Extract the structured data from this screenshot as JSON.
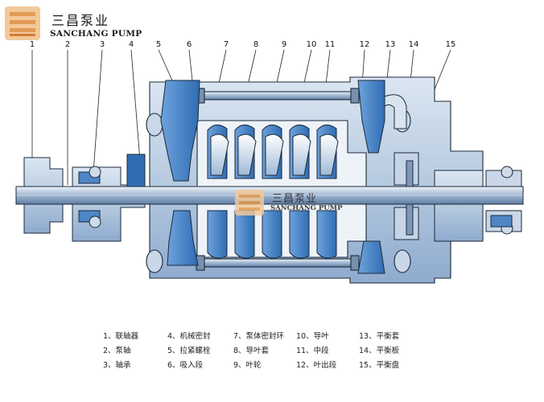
{
  "brand": {
    "name_cn": "三昌泵业",
    "name_en": "SANCHANG PUMP"
  },
  "watermark": {
    "name_cn": "三昌泵业",
    "name_en": "SANCHANG PUMP"
  },
  "part_numbers": [
    "1",
    "2",
    "3",
    "4",
    "5",
    "6",
    "7",
    "8",
    "9",
    "10",
    "11",
    "12",
    "13",
    "14",
    "15"
  ],
  "legend": [
    "1、联轴器",
    "4、机械密封",
    "7、泵体密封环",
    "10、导叶",
    "13、平衡套",
    "2、泵轴",
    "5、拉紧螺栓",
    "8、导叶套",
    "11、中段",
    "14、平衡板",
    "3、轴承",
    "6、吸入段",
    "9、叶轮",
    "12、叶出段",
    "15、平衡盘"
  ],
  "colors": {
    "metal": "#a9bfd8",
    "metal_dark": "#6f8fb5",
    "water": "#4f86c6",
    "outline": "#1b2a3a",
    "background": "#ffffff"
  }
}
